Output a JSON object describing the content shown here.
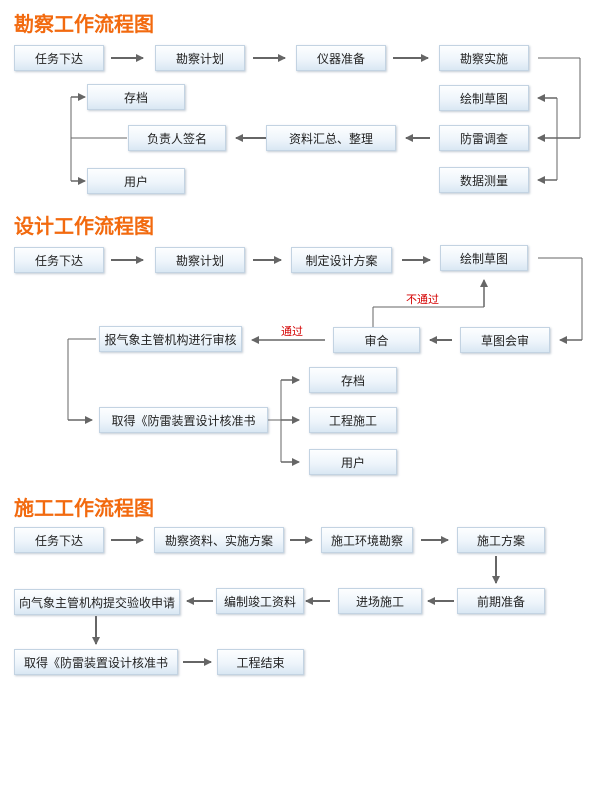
{
  "survey": {
    "title": "勘察工作流程图",
    "steps": {
      "task": "任务下达",
      "survey_plan": "勘察计划",
      "equipment": "仪器准备",
      "survey_impl": "勘察实施",
      "draft_drawing": "绘制草图",
      "lightning_check": "防雷调查",
      "data_measure": "数据测量",
      "summary": "资料汇总、整理",
      "signature": "负责人签名",
      "archive": "存档",
      "user": "用户"
    }
  },
  "design": {
    "title": "设计工作流程图",
    "steps": {
      "task": "任务下达",
      "survey_plan": "勘察计划",
      "design_plan": "制定设计方案",
      "draft_drawing": "绘制草图",
      "draft_review": "草图会审",
      "review": "审合",
      "report": "报气象主管机构进行审核",
      "obtain": "取得《防雷装置设计核准书",
      "archive": "存档",
      "construction": "工程施工",
      "user": "用户"
    },
    "labels": {
      "fail": "不通过",
      "pass": "通过"
    }
  },
  "construction": {
    "title": "施工工作流程图",
    "steps": {
      "task": "任务下达",
      "survey_impl": "勘察资料、实施方案",
      "env_survey": "施工环境勘察",
      "construction_plan": "施工方案",
      "preparation": "前期准备",
      "site_entry": "进场施工",
      "completion_docs": "编制竣工资料",
      "apply": "向气象主管机构提交验收申请",
      "obtain": "取得《防雷装置设计核准书",
      "project_end": "工程结束"
    }
  },
  "colors": {
    "title": "#f26a0f",
    "arrow": "#666666",
    "label": "#d40000"
  }
}
